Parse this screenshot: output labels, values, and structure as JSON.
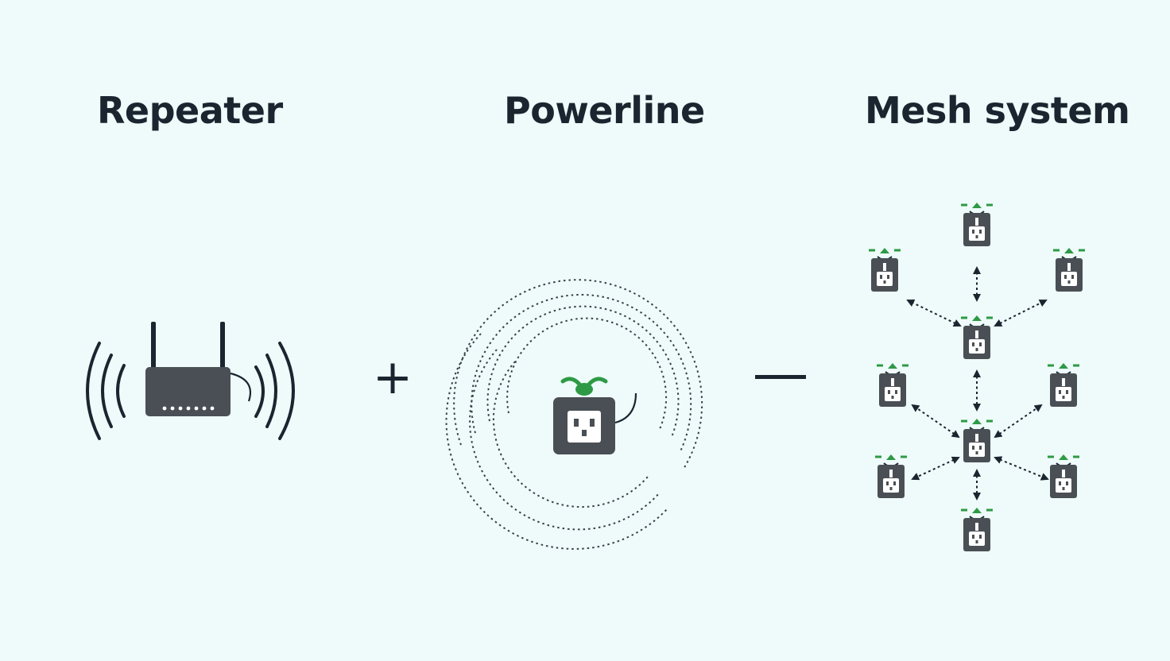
{
  "labels": {
    "repeater": "Repeater",
    "powerline": "Powerline",
    "mesh": "Mesh system"
  },
  "operators": {
    "plus": "+",
    "minus": "—"
  },
  "icons": {
    "repeater": "router-icon",
    "powerline": "powerline-adapter-icon",
    "mesh_node": "mesh-node-icon"
  },
  "colors": {
    "background": "#eefbfa",
    "text": "#1a2530",
    "device": "#4a4f55",
    "accent_green": "#2e9a45"
  }
}
